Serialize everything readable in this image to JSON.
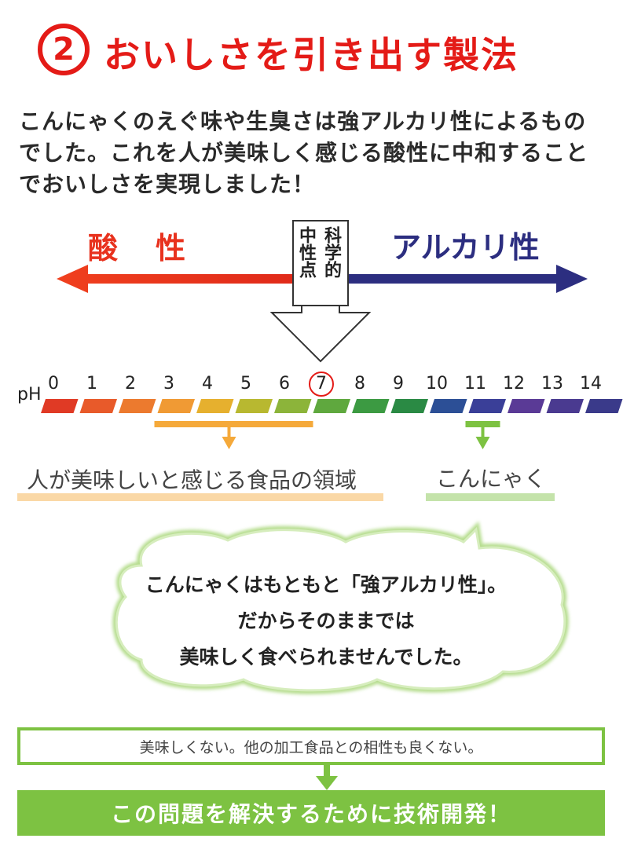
{
  "title": {
    "number": "2",
    "text": "おいしさを引き出す製法"
  },
  "intro": {
    "lines": [
      "こんにゃくのえぐ味や生臭さは強アルカリ性によるもの",
      "でした。これを人が美味しく感じる酸性に中和すること",
      "でおいしさを実現しました！"
    ]
  },
  "scale_labels": {
    "acid": "酸性",
    "alkali": "アルカリ性",
    "neutral_col1": "中性点",
    "neutral_col2": "科学的"
  },
  "ph": {
    "label": "pH",
    "ticks": [
      "0",
      "1",
      "2",
      "3",
      "4",
      "5",
      "6",
      "7",
      "8",
      "9",
      "10",
      "11",
      "12",
      "13",
      "14"
    ],
    "highlight": "7",
    "segment_colors": [
      "#e03a25",
      "#e85a2a",
      "#ec7a2e",
      "#f09a34",
      "#e6b02e",
      "#b8b830",
      "#8cb43a",
      "#5fa83e",
      "#3c9a42",
      "#2a8a44",
      "#2c4f96",
      "#3a3f98",
      "#5a3a96",
      "#4a3a90",
      "#3a3a8a"
    ]
  },
  "ranges": {
    "tasty": {
      "label": "人が美味しいと感じる食品の領域",
      "from": 3,
      "to": 7,
      "color": "#f5a93a"
    },
    "konjac": {
      "label": "こんにゃく",
      "at": 11,
      "color": "#7dc242"
    }
  },
  "bubble": {
    "lines": [
      "こんにゃくはもともと「強アルカリ性」。",
      "だからそのままでは",
      "美味しく食べられませんでした。"
    ]
  },
  "problem": "美味しくない。他の加工食品との相性も良くない。",
  "solution": "この問題を解決するために技術開発！",
  "colors": {
    "accent_red": "#e41b17",
    "acid_arrow": "#e8321e",
    "alkali_arrow": "#2c2e80",
    "green": "#7dc242",
    "orange": "#f5a93a"
  }
}
